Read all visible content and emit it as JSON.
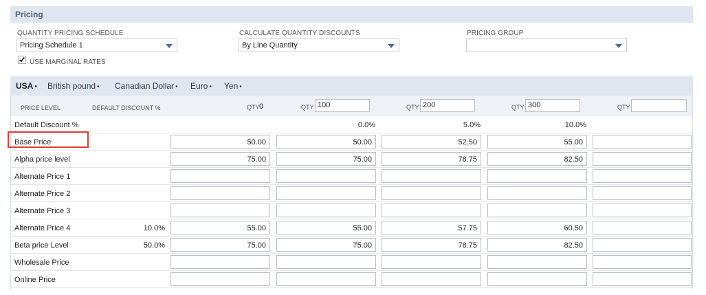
{
  "section": {
    "title": "Pricing"
  },
  "fields": {
    "qps_label": "QUANTITY PRICING SCHEDULE",
    "qps_value": "Pricing Schedule 1",
    "cqd_label": "CALCULATE QUANTITY DISCOUNTS",
    "cqd_value": "By Line Quantity",
    "pg_label": "PRICING GROUP",
    "pg_value": "",
    "marginal_label": "USE MARGINAL RATES",
    "marginal_checked": true
  },
  "tabs": [
    "USA",
    "British pound",
    "Canadian Dollar",
    "Euro",
    "Yen"
  ],
  "grid": {
    "price_level_header": "PRICE LEVEL",
    "default_discount_header": "DEFAULT DISCOUNT %",
    "qty_label": "QTY",
    "qty0": "0",
    "qty_values": [
      "100",
      "200",
      "300",
      ""
    ],
    "default_discount_row": {
      "label": "Default Discount %",
      "values": [
        "0.0%",
        "5.0%",
        "10.0%"
      ]
    },
    "rows": [
      {
        "label": "Base Price",
        "discount": "",
        "prices": [
          "50.00",
          "50.00",
          "52.50",
          "55.00",
          ""
        ]
      },
      {
        "label": "Alpha price level",
        "discount": "",
        "prices": [
          "75.00",
          "75.00",
          "78.75",
          "82.50",
          ""
        ]
      },
      {
        "label": "Alternate Price 1",
        "discount": "",
        "prices": [
          "",
          "",
          "",
          "",
          ""
        ]
      },
      {
        "label": "Alternate Price 2",
        "discount": "",
        "prices": [
          "",
          "",
          "",
          "",
          ""
        ]
      },
      {
        "label": "Alternate Price 3",
        "discount": "",
        "prices": [
          "",
          "",
          "",
          "",
          ""
        ]
      },
      {
        "label": "Alternate Price 4",
        "discount": "10.0%",
        "prices": [
          "55.00",
          "55.00",
          "57.75",
          "60.50",
          ""
        ]
      },
      {
        "label": "Beta price Level",
        "discount": "50.0%",
        "prices": [
          "75.00",
          "75.00",
          "78.75",
          "82.50",
          ""
        ]
      },
      {
        "label": "Wholesale Price",
        "discount": "",
        "prices": [
          "",
          "",
          "",
          "",
          ""
        ]
      },
      {
        "label": "Online Price",
        "discount": "",
        "prices": [
          "",
          "",
          "",
          "",
          ""
        ]
      }
    ]
  },
  "colors": {
    "header_bg": "#e0e6ef",
    "title": "#4d5f79",
    "highlight": "#d9403a",
    "arrow": "#4d6b9a"
  }
}
